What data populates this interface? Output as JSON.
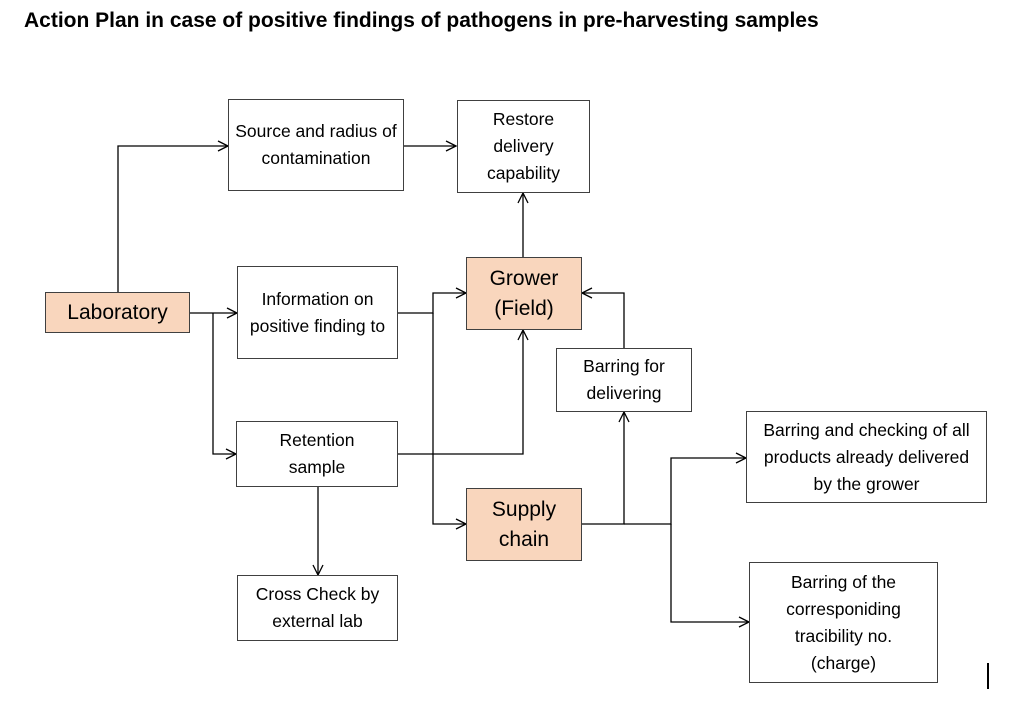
{
  "title": "Action Plan in case of positive findings of pathogens in pre-harvesting samples",
  "nodes": {
    "laboratory": {
      "label": "Laboratory"
    },
    "source": {
      "label": "Source and radius of contamination"
    },
    "restore": {
      "label": "Restore delivery capability"
    },
    "information": {
      "label": "Information on positive finding to"
    },
    "grower": {
      "label": "Grower (Field)"
    },
    "barring_delivering": {
      "label": "Barring for delivering"
    },
    "retention": {
      "label": "Retention sample"
    },
    "supply": {
      "label": "Supply chain"
    },
    "barring_checking": {
      "label": "Barring and checking of all products already delivered by the grower"
    },
    "barring_traceability": {
      "label": "Barring of the corresponiding tracibility no. (charge)"
    },
    "cross_check": {
      "label": "Cross Check by external lab"
    }
  },
  "edges": [
    {
      "from": "laboratory",
      "to": "source"
    },
    {
      "from": "source",
      "to": "restore"
    },
    {
      "from": "laboratory",
      "to": "information"
    },
    {
      "from": "laboratory",
      "to": "retention"
    },
    {
      "from": "information",
      "to": "grower"
    },
    {
      "from": "information",
      "to": "supply"
    },
    {
      "from": "retention",
      "to": "grower"
    },
    {
      "from": "retention",
      "to": "cross_check"
    },
    {
      "from": "grower",
      "to": "restore"
    },
    {
      "from": "barring_delivering",
      "to": "grower"
    },
    {
      "from": "supply",
      "to": "barring_delivering"
    },
    {
      "from": "supply",
      "to": "barring_checking"
    },
    {
      "from": "supply",
      "to": "barring_traceability"
    }
  ],
  "colors": {
    "highlight_fill": "#f9d6bd",
    "box_border": "#404040",
    "line": "#000000"
  }
}
